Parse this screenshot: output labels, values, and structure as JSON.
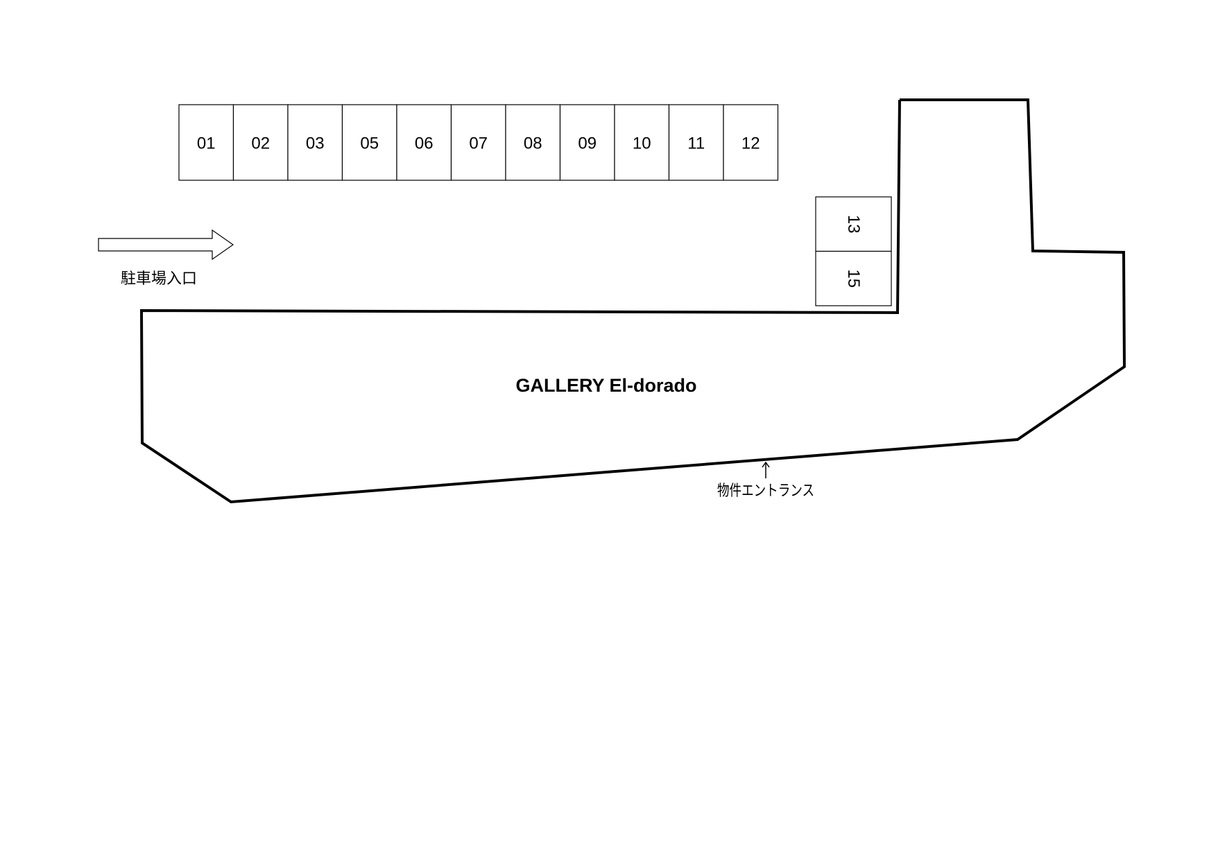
{
  "parking": {
    "top_row": [
      "01",
      "02",
      "03",
      "05",
      "06",
      "07",
      "08",
      "09",
      "10",
      "11",
      "12"
    ],
    "side_column": [
      "13",
      "15"
    ]
  },
  "labels": {
    "parking_entrance": "駐車場入口",
    "building_name": "GALLERY El-dorado",
    "property_entrance": "物件エントランス"
  },
  "icons": {
    "parking_entrance_arrow": "right-arrow-icon",
    "property_entrance_arrow": "up-arrow-icon"
  },
  "colors": {
    "line": "#000000",
    "background": "#ffffff"
  }
}
